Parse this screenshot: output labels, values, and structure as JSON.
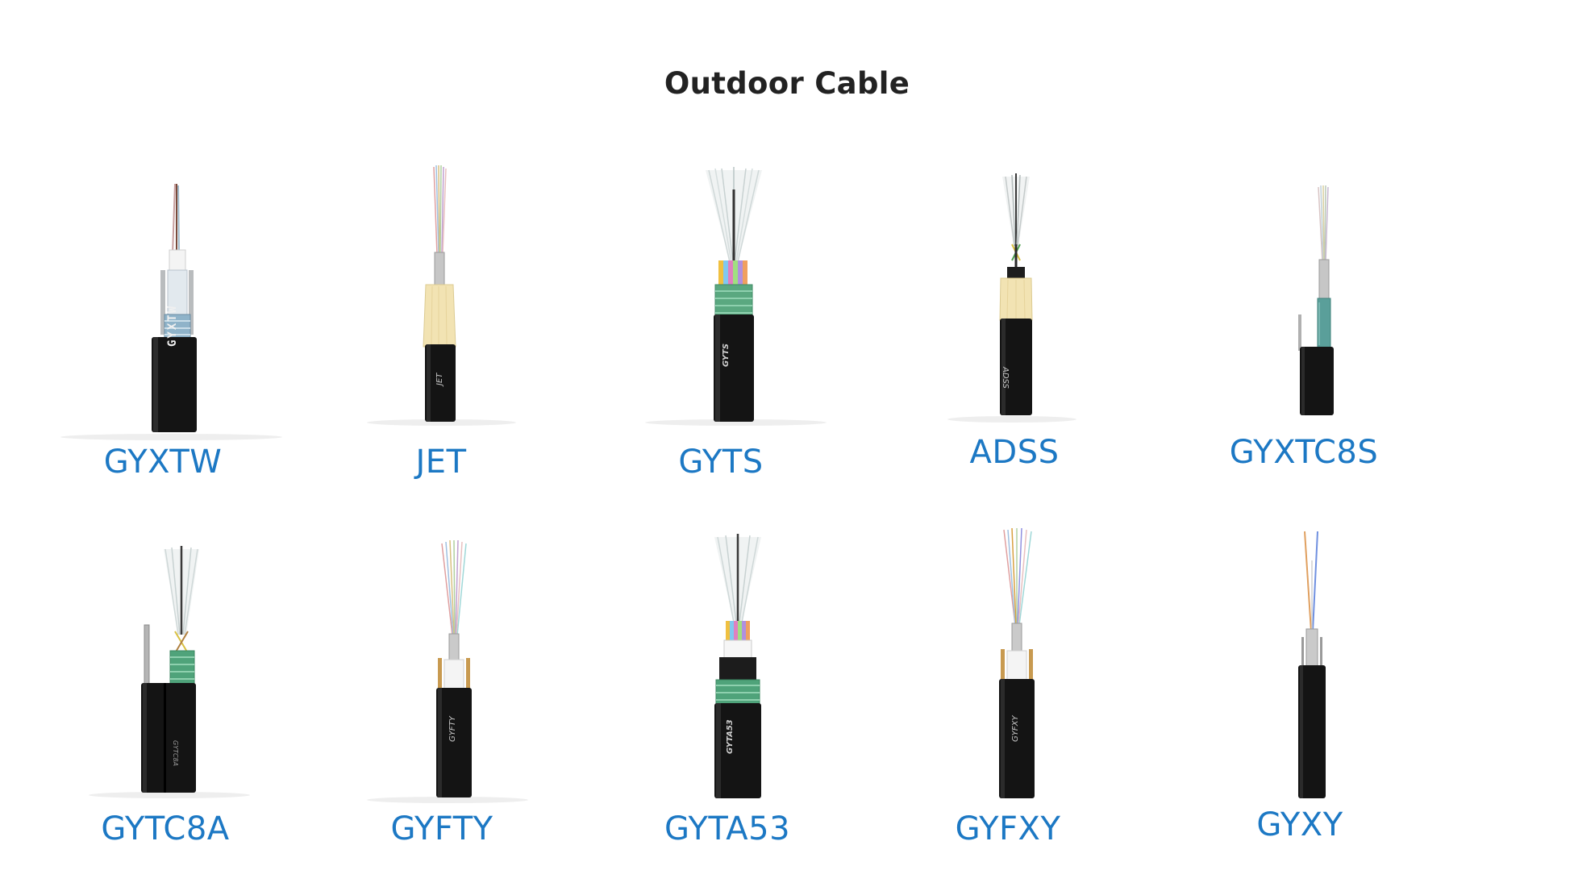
{
  "title": "Outdoor Cable",
  "label_color": "#1c78c4",
  "cables": [
    {
      "name": "GYXTW",
      "jacket_print": "GYXTW",
      "icon": "cable-gyxtw-icon"
    },
    {
      "name": "JET",
      "jacket_print": "JET",
      "icon": "cable-jet-icon"
    },
    {
      "name": "GYTS",
      "jacket_print": "GYTS",
      "icon": "cable-gyts-icon"
    },
    {
      "name": "ADSS",
      "jacket_print": "ADSS",
      "icon": "cable-adss-icon"
    },
    {
      "name": "GYXTC8S",
      "jacket_print": "",
      "icon": "cable-gyxtc8s-icon"
    },
    {
      "name": "GYTC8A",
      "jacket_print": "GYTC8A",
      "icon": "cable-gytc8a-icon"
    },
    {
      "name": "GYFTY",
      "jacket_print": "GYFTY",
      "icon": "cable-gyfty-icon"
    },
    {
      "name": "GYTA53",
      "jacket_print": "GYTA53",
      "icon": "cable-gyta53-icon"
    },
    {
      "name": "GYFXY",
      "jacket_print": "GYFXY",
      "icon": "cable-gyfxy-icon"
    },
    {
      "name": "GYXY",
      "jacket_print": "",
      "icon": "cable-gyxy-icon"
    }
  ]
}
